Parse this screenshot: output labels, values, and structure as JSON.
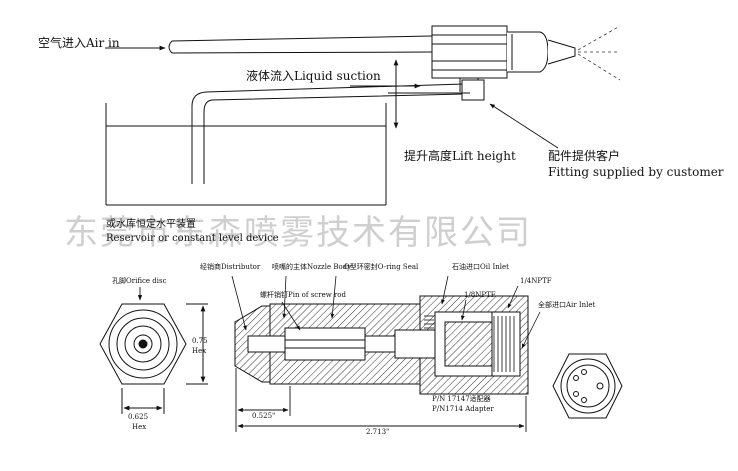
{
  "top": {
    "air_in": "空气进入Air in",
    "liquid_suction": "液体流入Liquid suction",
    "lift_height": "提升高度Lift height",
    "fitting_cn": "配件提供客户",
    "fitting_en": "Fitting supplied by customer",
    "reservoir_cn": "或水库恒定水平装置",
    "reservoir_en": "Reservoir or constant level device"
  },
  "watermark": "东莞市东森喷雾技术有限公司",
  "bottom": {
    "orifice_disc": "孔脚Orifice disc",
    "distributor": "经销商Distributor",
    "nozzle_body": "喷嘴的主体Nozzle Body",
    "o_ring_seal": "O型环密封O-ring Seal",
    "pin_screw_rod": "螺杆销钉Pin of screw rod",
    "oil_inlet": "石油进口Oil Inlet",
    "quarter_nptf": "1/4NPTF",
    "eighth_nptf": "1/8NPTF",
    "air_inlet": "全部进口Air Inlet",
    "hex_height_value": "0.75",
    "hex_height_unit": "Hex",
    "hex_width_value": "0.625",
    "hex_width_unit": "Hex",
    "dim_tip": "0.525\"",
    "dim_total": "2.713\"",
    "part_number": "P/N 17147适配器",
    "adapter": "P/N1714 Adapter"
  }
}
